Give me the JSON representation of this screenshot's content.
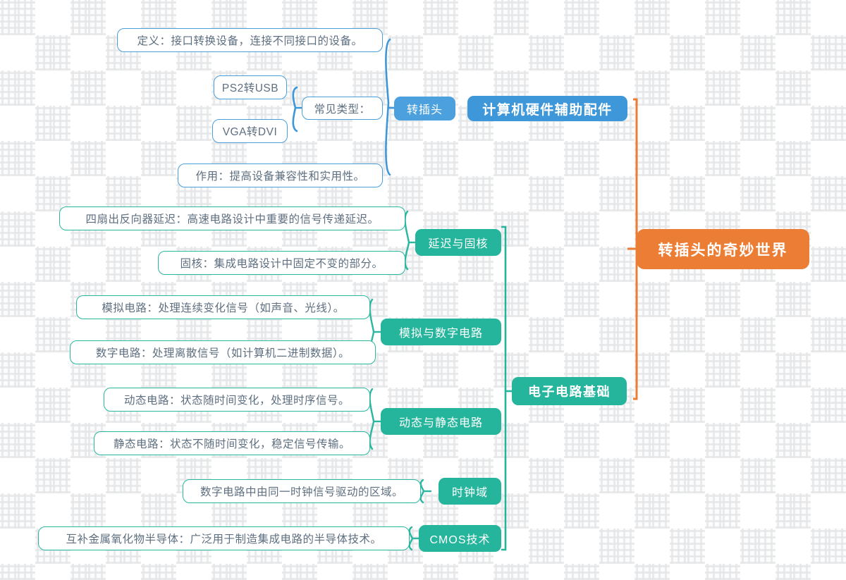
{
  "mindmap": {
    "title": "转插头的奇妙世界",
    "colors": {
      "root": "#ec7d34",
      "branch_blue": "#3d97d9",
      "branch_green": "#25b49c",
      "leaf_text": "#5e6f80",
      "background": "#fcfcfc"
    },
    "root": {
      "label": "转插头的奇妙世界"
    },
    "branches": [
      {
        "id": "hardware",
        "label": "计算机硬件辅助配件",
        "color": "#3d97d9",
        "children": [
          {
            "id": "adapter",
            "label": "转插头",
            "children": [
              {
                "label": "定义：接口转换设备，连接不同接口的设备。"
              },
              {
                "label": "常见类型：",
                "children": [
                  {
                    "label": "PS2转USB"
                  },
                  {
                    "label": "VGA转DVI"
                  }
                ]
              },
              {
                "label": "作用：提高设备兼容性和实用性。"
              }
            ]
          }
        ]
      },
      {
        "id": "circuits",
        "label": "电子电路基础",
        "color": "#25b49c",
        "children": [
          {
            "id": "delay",
            "label": "延迟与固核",
            "children": [
              {
                "label": "四扇出反向器延迟：高速电路设计中重要的信号传递延迟。"
              },
              {
                "label": "固核：集成电路设计中固定不变的部分。"
              }
            ]
          },
          {
            "id": "analog-digital",
            "label": "模拟与数字电路",
            "children": [
              {
                "label": "模拟电路：处理连续变化信号（如声音、光线）。"
              },
              {
                "label": "数字电路：处理离散信号（如计算机二进制数据）。"
              }
            ]
          },
          {
            "id": "dynamic-static",
            "label": "动态与静态电路",
            "children": [
              {
                "label": "动态电路：状态随时间变化，处理时序信号。"
              },
              {
                "label": "静态电路：状态不随时间变化，稳定信号传输。"
              }
            ]
          },
          {
            "id": "clock-domain",
            "label": "时钟域",
            "children": [
              {
                "label": "数字电路中由同一时钟信号驱动的区域。"
              }
            ]
          },
          {
            "id": "cmos",
            "label": "CMOS技术",
            "children": [
              {
                "label": "互补金属氧化物半导体：广泛用于制造集成电路的半导体技术。"
              }
            ]
          }
        ]
      }
    ]
  }
}
